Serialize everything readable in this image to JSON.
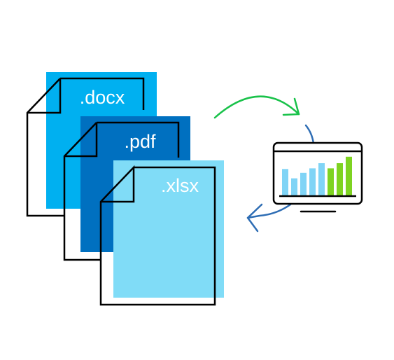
{
  "documents": [
    {
      "extension": ".docx",
      "fill_color": "#00b0f0"
    },
    {
      "extension": ".pdf",
      "fill_color": "#0070c0"
    },
    {
      "extension": ".xlsx",
      "fill_color": "#80dcf7"
    }
  ],
  "monitor_chart": {
    "bars": [
      {
        "value": 0.82,
        "color": "#80d4f6"
      },
      {
        "value": 0.53,
        "color": "#80d4f6"
      },
      {
        "value": 0.7,
        "color": "#80d4f6"
      },
      {
        "value": 0.84,
        "color": "#80d4f6"
      },
      {
        "value": 1.0,
        "color": "#80d4f6"
      },
      {
        "value": 0.84,
        "color": "#7ed321"
      },
      {
        "value": 1.0,
        "color": "#7ed321"
      },
      {
        "value": 1.2,
        "color": "#7ed321"
      }
    ]
  },
  "arrows": {
    "upper_arrow_color": "#19c24a",
    "lower_arrow_color": "#2e6db4"
  },
  "colors": {
    "outline": "#000000",
    "background": "#ffffff"
  }
}
